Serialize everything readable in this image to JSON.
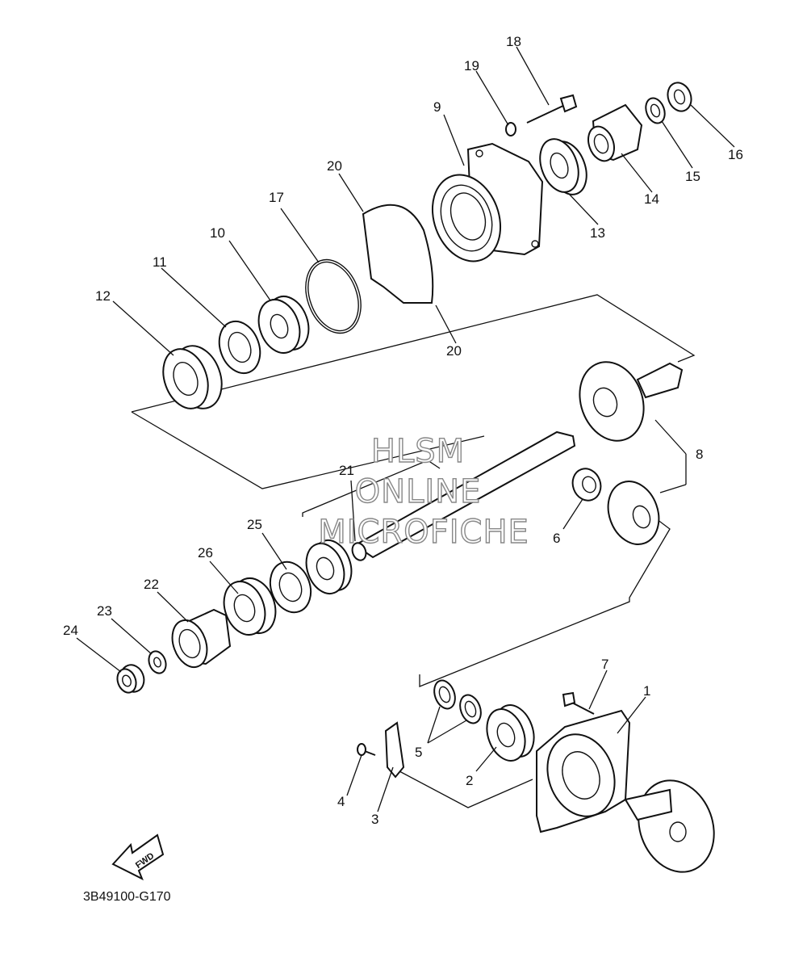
{
  "callouts": [
    "1",
    "2",
    "3",
    "4",
    "5",
    "6",
    "7",
    "8",
    "9",
    "10",
    "11",
    "12",
    "13",
    "14",
    "15",
    "16",
    "17",
    "18",
    "19",
    "20",
    "20",
    "21",
    "22",
    "23",
    "24",
    "25",
    "26"
  ],
  "watermark": {
    "line1": "HLSM",
    "line2": "ONLINE",
    "line3": "MICROFICHE"
  },
  "diagram_code": "3B49100-G170",
  "fwd_label": "FWD"
}
